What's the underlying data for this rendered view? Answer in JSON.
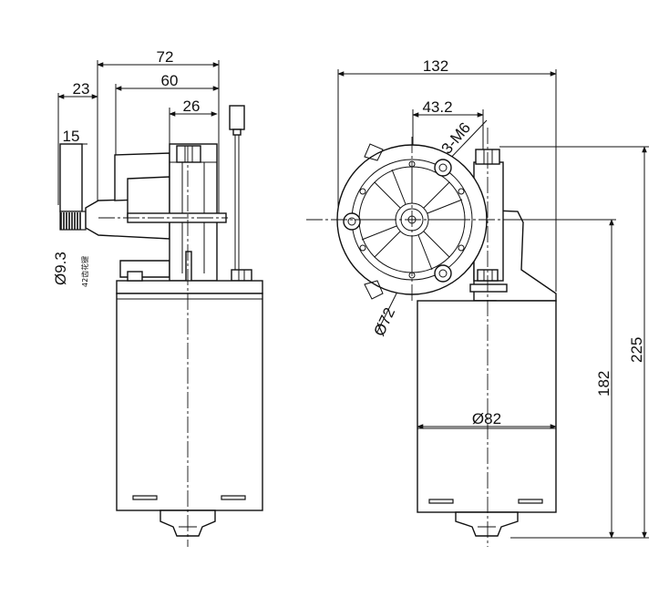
{
  "drawing": {
    "side_view": {
      "dim_overall_width": "72",
      "dim_inner_width": "60",
      "dim_shaft_extension": "23",
      "dim_gear_housing": "26",
      "dim_shaft_length": "15",
      "dim_shaft_diameter": "Ø9.3",
      "note_spline": "42齿花键"
    },
    "front_view": {
      "dim_total_width": "132",
      "dim_offset": "43.2",
      "dim_mount_holes": "3-M6",
      "dim_bolt_circle": "Ø72",
      "dim_motor_diameter": "Ø82",
      "dim_height_to_center": "182",
      "dim_total_height": "225"
    }
  }
}
